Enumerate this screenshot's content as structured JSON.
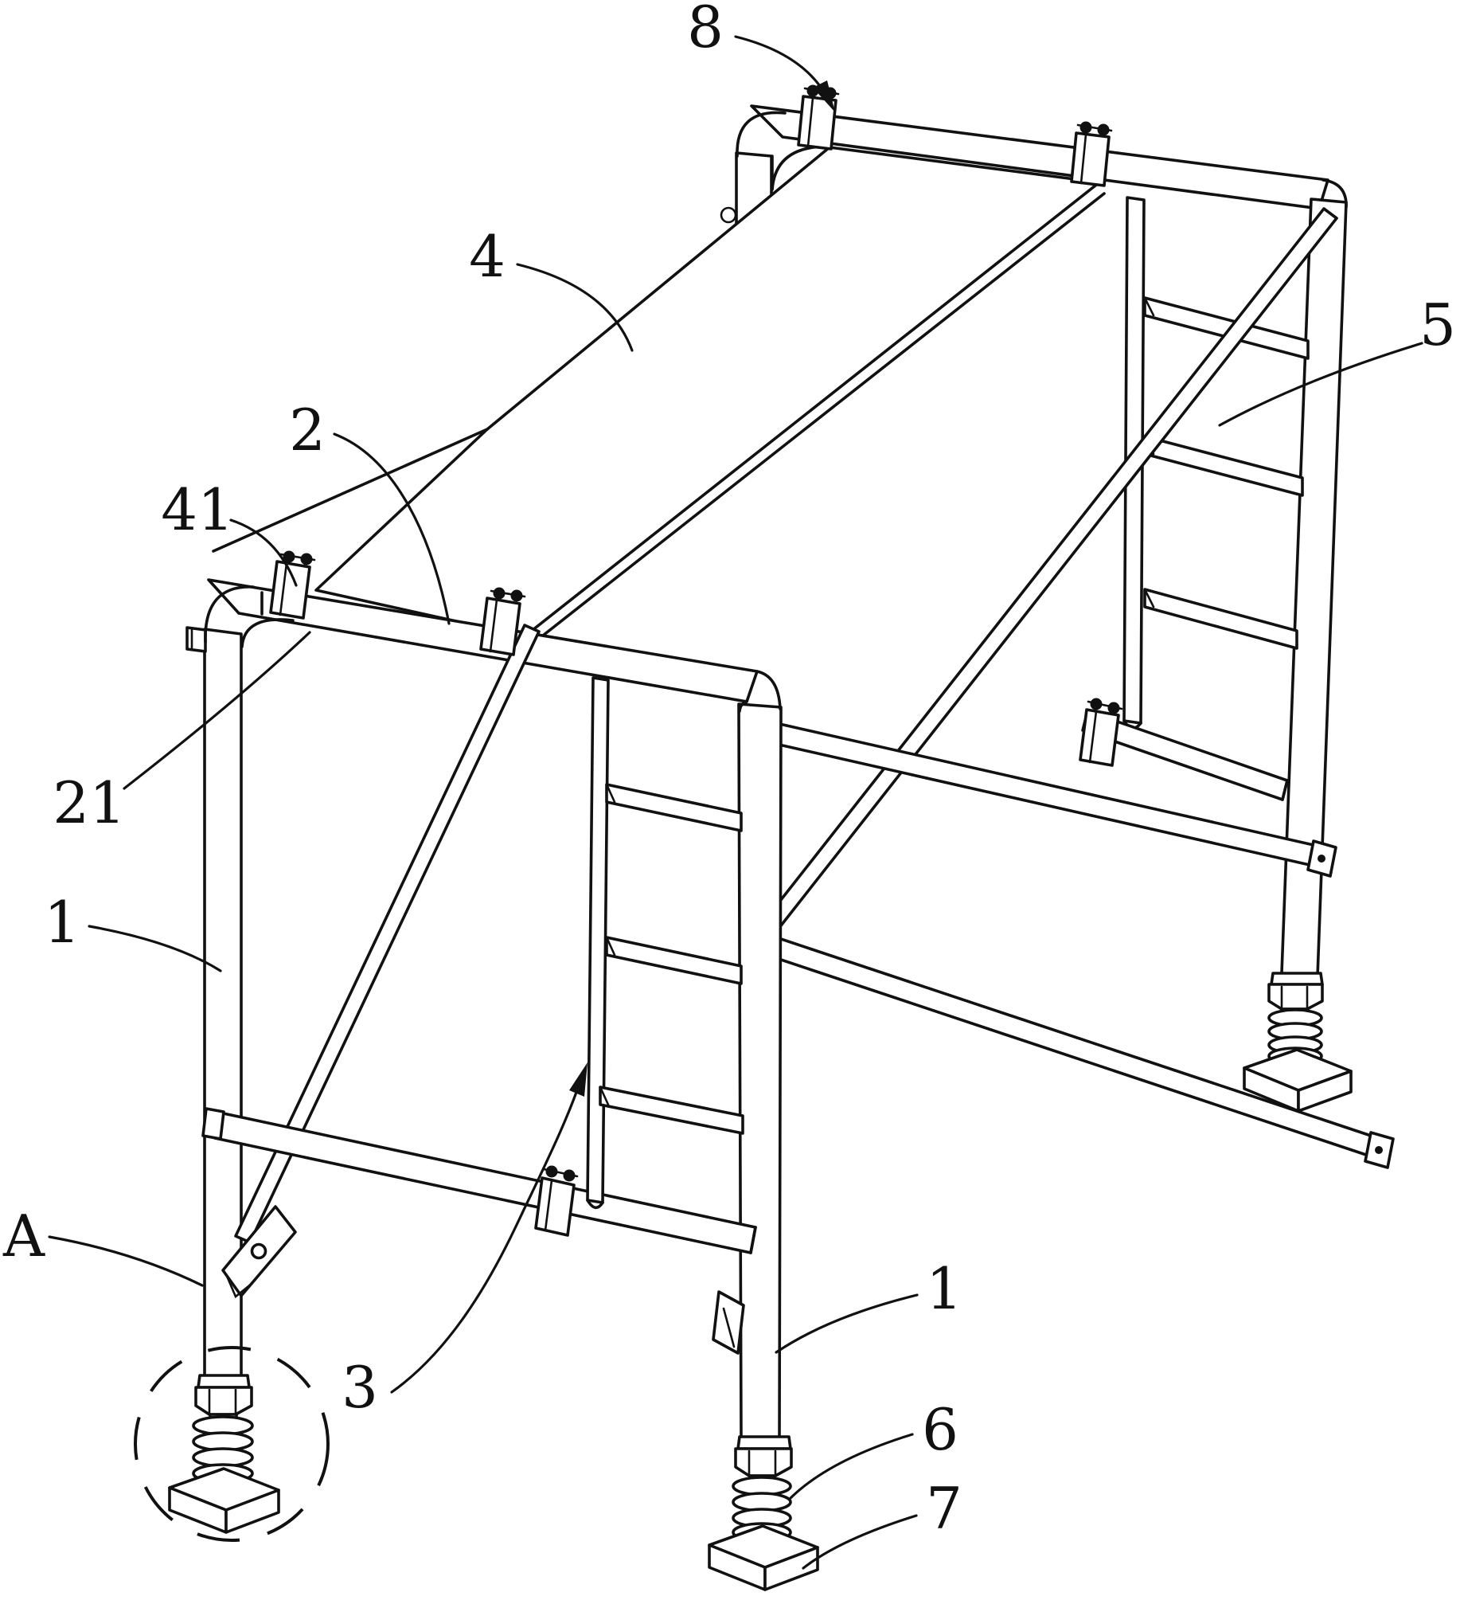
{
  "figure": {
    "type": "patent-line-drawing",
    "subject": "door-type scaffold frame with platform plank, cross braces, ladder and adjustable spring jack feet",
    "colors": {
      "line": "#111111",
      "background": "#ffffff"
    },
    "labels": [
      {
        "id": "ref-8",
        "text": "8"
      },
      {
        "id": "ref-4",
        "text": "4"
      },
      {
        "id": "ref-5",
        "text": "5"
      },
      {
        "id": "ref-2",
        "text": "2"
      },
      {
        "id": "ref-41",
        "text": "41"
      },
      {
        "id": "ref-21",
        "text": "21"
      },
      {
        "id": "ref-1-left",
        "text": "1"
      },
      {
        "id": "ref-A",
        "text": "A"
      },
      {
        "id": "ref-3",
        "text": "3"
      },
      {
        "id": "ref-1-right",
        "text": "1"
      },
      {
        "id": "ref-6",
        "text": "6"
      },
      {
        "id": "ref-7",
        "text": "7"
      }
    ]
  }
}
